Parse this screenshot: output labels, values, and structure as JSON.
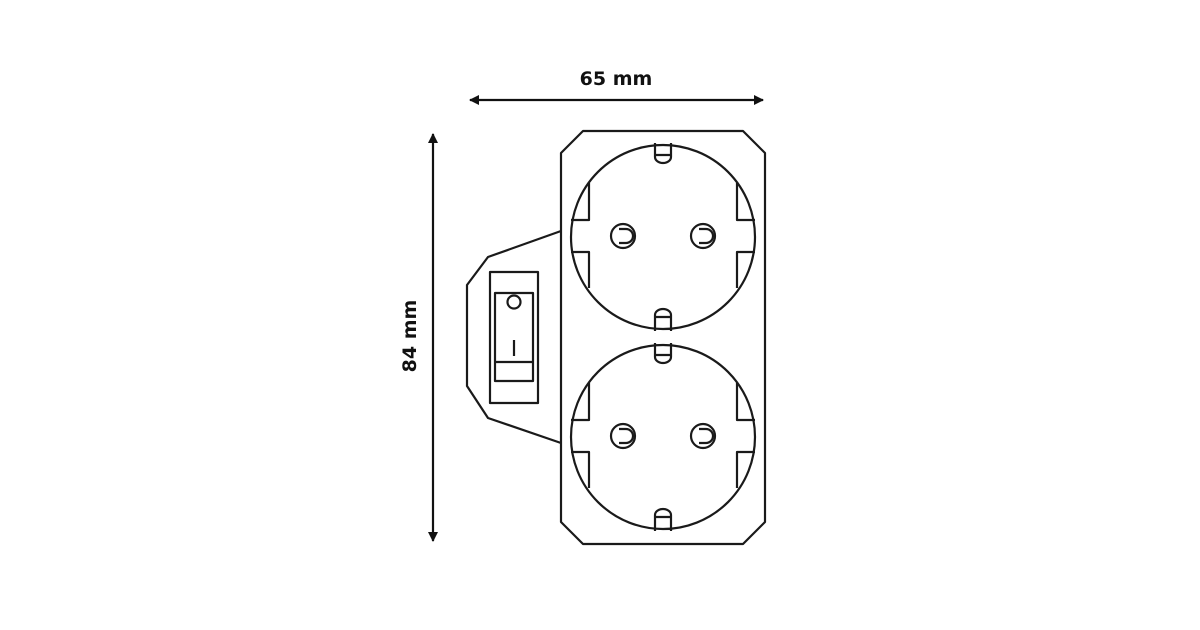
{
  "dimensions": {
    "width_label": "65 mm",
    "height_label": "84 mm"
  },
  "switch": {
    "off_symbol": "O",
    "on_symbol": "I"
  },
  "colors": {
    "line": "#1a1a1a",
    "background": "#ffffff"
  }
}
